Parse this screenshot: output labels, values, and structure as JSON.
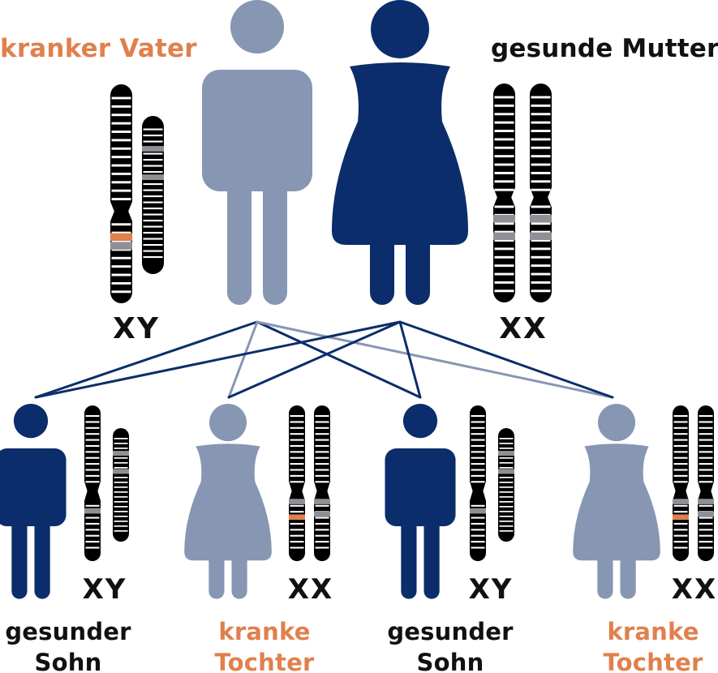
{
  "colors": {
    "light": "#8796b3",
    "dark": "#0c2d6b",
    "orange": "#e0804d",
    "black": "#000000",
    "gray": "#8e9095",
    "text": "#111111"
  },
  "parents": {
    "father": {
      "label": "kranker Vater",
      "chromosomes": "XY",
      "icon": "male-figure-icon",
      "color": "light",
      "label_color": "orange"
    },
    "mother": {
      "label": "gesunde Mutter",
      "chromosomes": "XX",
      "icon": "female-figure-icon",
      "color": "dark",
      "label_color": "text"
    }
  },
  "children": [
    {
      "label_line1": "gesunder",
      "label_line2": "Sohn",
      "chromosomes": "XY",
      "sex": "male",
      "color": "dark",
      "label_color": "text"
    },
    {
      "label_line1": "kranke",
      "label_line2": "Tochter",
      "chromosomes": "XX",
      "sex": "female",
      "color": "light",
      "label_color": "orange"
    },
    {
      "label_line1": "gesunder",
      "label_line2": "Sohn",
      "chromosomes": "XY",
      "sex": "male",
      "color": "dark",
      "label_color": "text"
    },
    {
      "label_line1": "kranke",
      "label_line2": "Tochter",
      "chromosomes": "XX",
      "sex": "female",
      "color": "light",
      "label_color": "orange"
    }
  ],
  "inheritance": {
    "connections": [
      {
        "from": "father",
        "to_child": 0,
        "color": "dark"
      },
      {
        "from": "father",
        "to_child": 1,
        "color": "light"
      },
      {
        "from": "father",
        "to_child": 2,
        "color": "dark"
      },
      {
        "from": "father",
        "to_child": 3,
        "color": "light"
      },
      {
        "from": "mother",
        "to_child": 0,
        "color": "dark"
      },
      {
        "from": "mother",
        "to_child": 1,
        "color": "dark"
      },
      {
        "from": "mother",
        "to_child": 2,
        "color": "dark"
      },
      {
        "from": "mother",
        "to_child": 3,
        "color": "dark"
      }
    ]
  }
}
